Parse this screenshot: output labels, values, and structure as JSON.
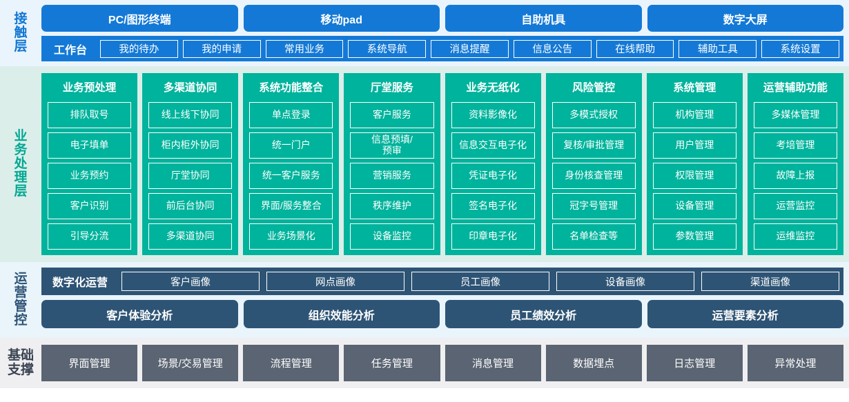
{
  "layers": {
    "touch": {
      "label_chars": [
        "接",
        "触",
        "层"
      ],
      "channels": [
        "PC/图形终端",
        "移动pad",
        "自助机具",
        "数字大屏"
      ],
      "workbench_title": "工作台",
      "workbench_items": [
        "我的待办",
        "我的申请",
        "常用业务",
        "系统导航",
        "消息提醒",
        "信息公告",
        "在线帮助",
        "辅助工具",
        "系统设置"
      ],
      "color": "#1479D6",
      "bg": "#EAF4FC"
    },
    "business": {
      "label_chars": [
        "业",
        "务",
        "处",
        "理",
        "层"
      ],
      "color": "#00B39C",
      "bg": "#DCEEEA",
      "columns": [
        {
          "title": "业务预处理",
          "items": [
            "排队取号",
            "电子填单",
            "业务预约",
            "客户识别",
            "引导分流"
          ]
        },
        {
          "title": "多渠道协同",
          "items": [
            "线上线下协同",
            "柜内柜外协同",
            "厅堂协同",
            "前后台协同",
            "多渠道协同"
          ]
        },
        {
          "title": "系统功能整合",
          "items": [
            "单点登录",
            "统一门户",
            "统一客户服务",
            "界面/服务整合",
            "业务场景化"
          ]
        },
        {
          "title": "厅堂服务",
          "items": [
            "客户服务",
            "信息预填/\n预审",
            "营销服务",
            "秩序维护",
            "设备监控"
          ]
        },
        {
          "title": "业务无纸化",
          "items": [
            "资料影像化",
            "信息交互电子化",
            "凭证电子化",
            "签名电子化",
            "印章电子化"
          ]
        },
        {
          "title": "风险管控",
          "items": [
            "多模式授权",
            "复核/审批管理",
            "身份核查管理",
            "冠字号管理",
            "名单检查等"
          ]
        },
        {
          "title": "系统管理",
          "items": [
            "机构管理",
            "用户管理",
            "权限管理",
            "设备管理",
            "参数管理"
          ]
        },
        {
          "title": "运营辅助功能",
          "items": [
            "多媒体管理",
            "考培管理",
            "故障上报",
            "运营监控",
            "运维监控"
          ]
        }
      ]
    },
    "ops": {
      "label_chars": [
        "运",
        "营",
        "管",
        "控"
      ],
      "color": "#2E5475",
      "bg": "#E9F4FB",
      "portrait_title": "数字化运营",
      "portrait_items": [
        "客户画像",
        "网点画像",
        "员工画像",
        "设备画像",
        "渠道画像"
      ],
      "analysis_items": [
        "客户体验分析",
        "组织效能分析",
        "员工绩效分析",
        "运营要素分析"
      ]
    },
    "base": {
      "label_lines": [
        "基础",
        "支撑"
      ],
      "color": "#5A6472",
      "bg": "#EFEFF1",
      "items": [
        "界面管理",
        "场景/交易管理",
        "流程管理",
        "任务管理",
        "消息管理",
        "数据埋点",
        "日志管理",
        "异常处理"
      ]
    }
  }
}
